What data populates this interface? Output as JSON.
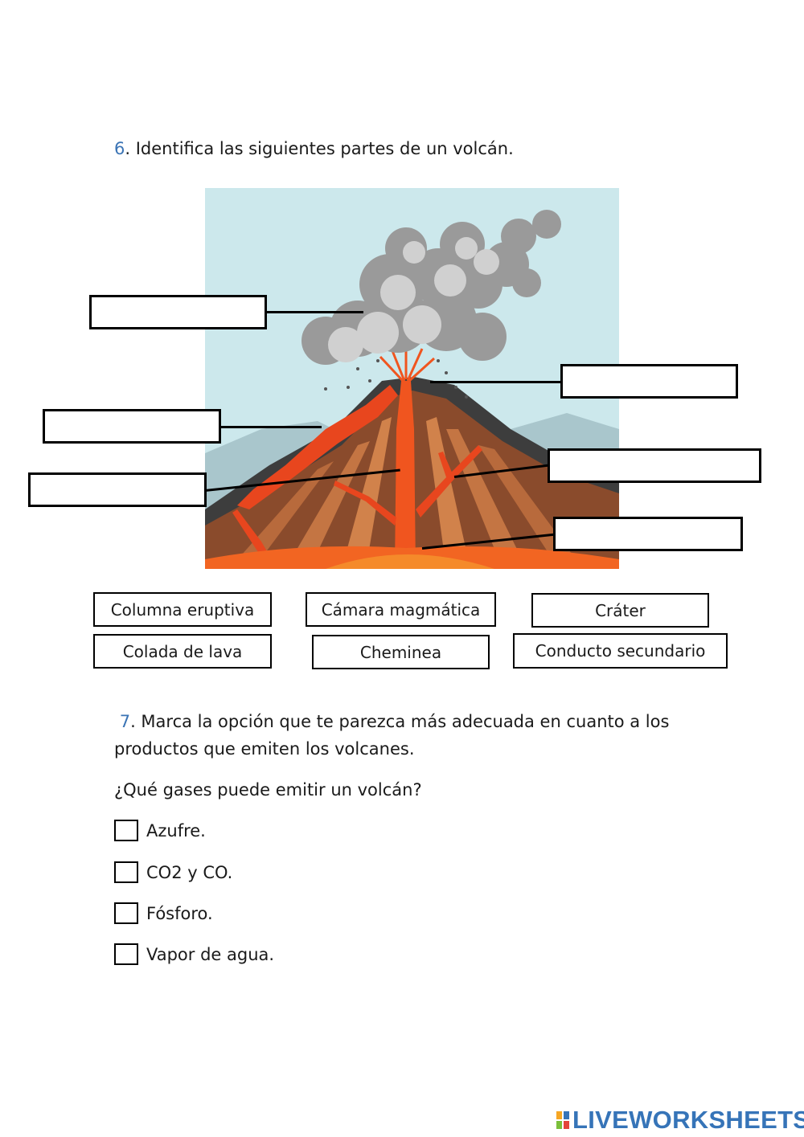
{
  "q6": {
    "number": "6",
    "text": ". Identifica las siguientes partes de un volcán."
  },
  "word_bank": [
    "Columna eruptiva",
    "Cámara magmática",
    "Cráter",
    "Colada de lava",
    "Cheminea",
    "Conducto secundario"
  ],
  "q7": {
    "number": "7",
    "text_line1": ". Marca la opción que te parezca más adecuada en cuanto a los",
    "text_line2": "productos que emiten los volcanes.",
    "sub_question": "¿Qué gases puede emitir un volcán?",
    "options": [
      "Azufre.",
      "CO2 y CO.",
      "Fósforo.",
      "Vapor de agua."
    ]
  },
  "brand": {
    "name": "LIVEWORKSHEETS",
    "color": "#3674b8"
  }
}
